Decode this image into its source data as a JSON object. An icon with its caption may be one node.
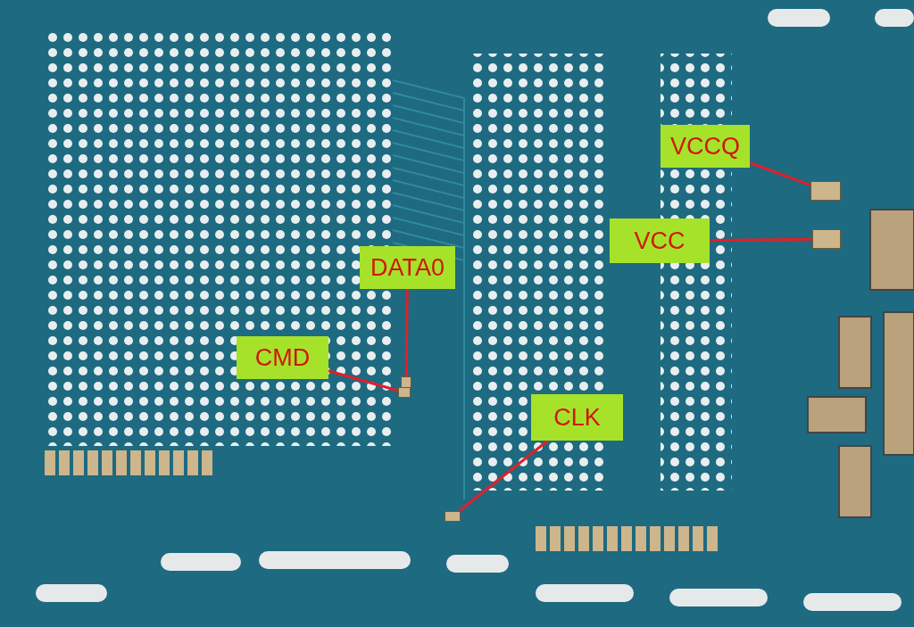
{
  "diagram": {
    "nodes": [
      {
        "text": [
          "VCCQ"
        ]
      },
      {
        "text": [
          "VCC"
        ]
      },
      {
        "text": [
          "DATA0"
        ]
      },
      {
        "text": [
          "CMD"
        ]
      },
      {
        "text": [
          "CLK"
        ]
      },
      {
        "text": [],
        "shape": "box"
      },
      {
        "text": [],
        "shape": "box"
      },
      {
        "text": [],
        "shape": "box"
      },
      {
        "text": [],
        "shape": "box"
      },
      {
        "text": [],
        "shape": "box"
      }
    ],
    "edges": [
      {
        "from": 0,
        "to": 5,
        "arrow": "none"
      },
      {
        "from": 1,
        "to": 6,
        "arrow": "none"
      },
      {
        "from": 2,
        "to": 7,
        "arrow": "none"
      },
      {
        "from": 3,
        "to": 8,
        "arrow": "none"
      },
      {
        "from": 4,
        "to": 9,
        "arrow": "none"
      }
    ]
  }
}
